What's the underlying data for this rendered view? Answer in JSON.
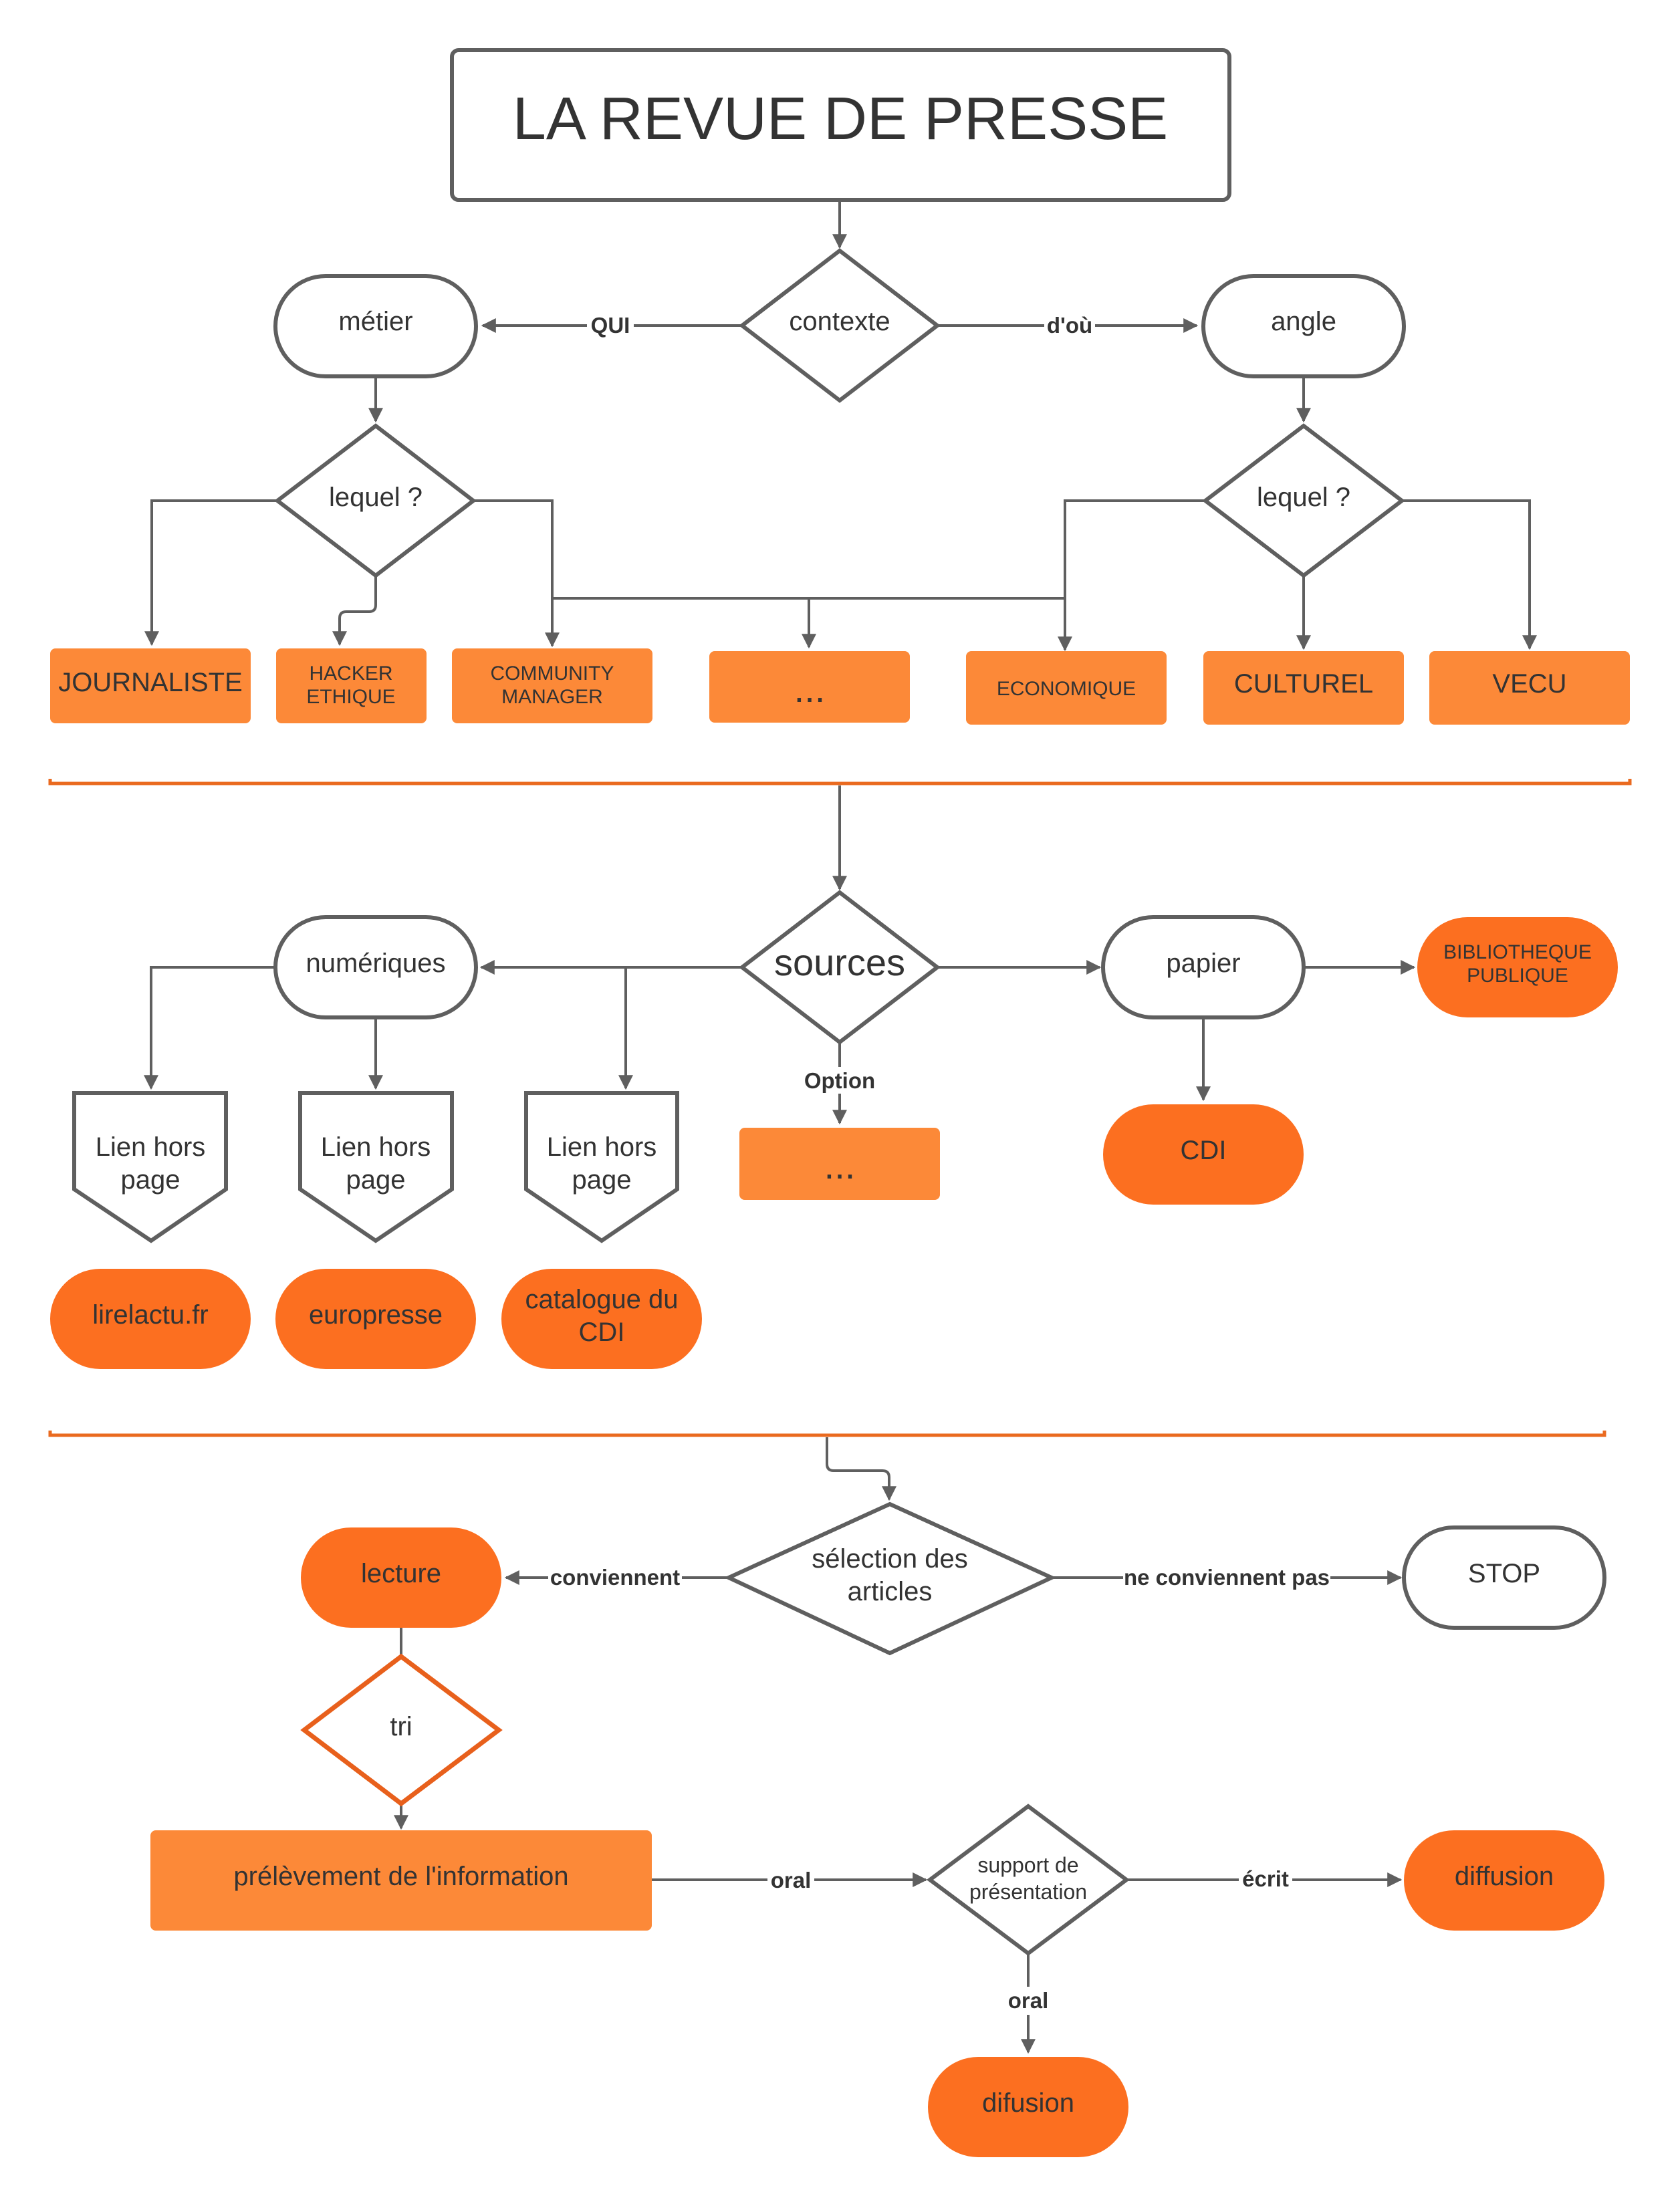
{
  "colors": {
    "orange_light": "#fc8938",
    "orange_dark": "#fc6f20",
    "stroke": "#5f5f5f",
    "separator": "#ea6a1f"
  },
  "title": "LA REVUE DE PRESSE",
  "section1": {
    "contexte": "contexte",
    "metier": "métier",
    "angle": "angle",
    "edge_qui": "QUI",
    "edge_dou": "d'où",
    "lequel_left": "lequel ?",
    "lequel_right": "lequel ?",
    "boxes": {
      "journaliste": "JOURNALISTE",
      "hacker_1": "HACKER",
      "hacker_2": "ETHIQUE",
      "community_1": "COMMUNITY",
      "community_2": "MANAGER",
      "ellipsis": "...",
      "economique": "ECONOMIQUE",
      "culturel": "CULTUREL",
      "vecu": "VECU"
    }
  },
  "section2": {
    "sources": "sources",
    "numeriques": "numériques",
    "papier": "papier",
    "bibliotheque_1": "BIBLIOTHEQUE",
    "bibliotheque_2": "PUBLIQUE",
    "cdi": "CDI",
    "option": "Option",
    "ellipsis": "...",
    "lien_1": "Lien hors",
    "lien_2": "page",
    "lirelactu": "lirelactu.fr",
    "europresse": "europresse",
    "catalogue_1": "catalogue du",
    "catalogue_2": "CDI"
  },
  "section3": {
    "selection_1": "sélection des",
    "selection_2": "articles",
    "lecture": "lecture",
    "stop": "STOP",
    "edge_conviennent": "conviennent",
    "edge_ne_conviennent": "ne conviennent pas",
    "tri": "tri",
    "prelevement": "prélèvement de l'information",
    "support_1": "support de",
    "support_2": "présentation",
    "edge_oral": "oral",
    "edge_ecrit": "écrit",
    "edge_oral_2": "oral",
    "diffusion": "diffusion",
    "difusion": "difusion"
  }
}
